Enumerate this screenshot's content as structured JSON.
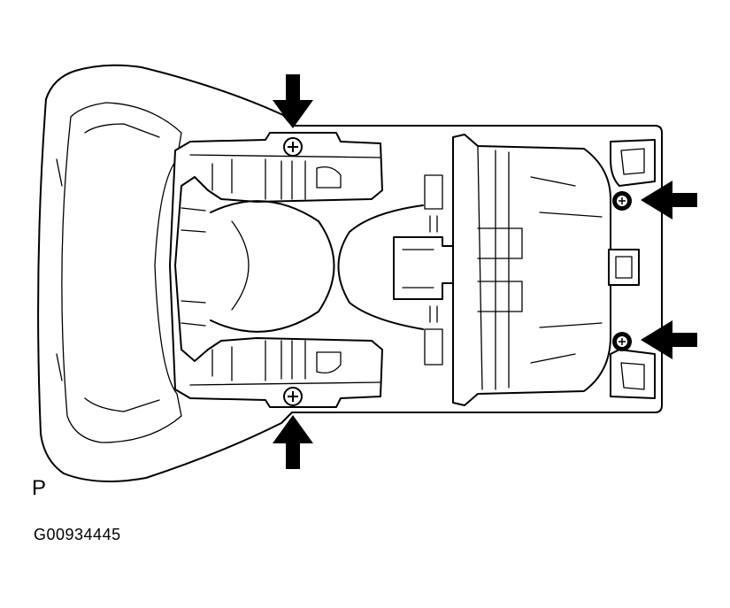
{
  "view_label": "P",
  "figure_code": "G00934445",
  "arrows": [
    {
      "id": "top",
      "direction": "down"
    },
    {
      "id": "bottom",
      "direction": "up"
    },
    {
      "id": "right-upper",
      "direction": "left"
    },
    {
      "id": "right-lower",
      "direction": "left"
    }
  ],
  "screws": [
    "screw-top",
    "screw-bottom",
    "screw-right-upper",
    "screw-right-lower"
  ],
  "colors": {
    "line": "#000000",
    "background": "#ffffff"
  }
}
